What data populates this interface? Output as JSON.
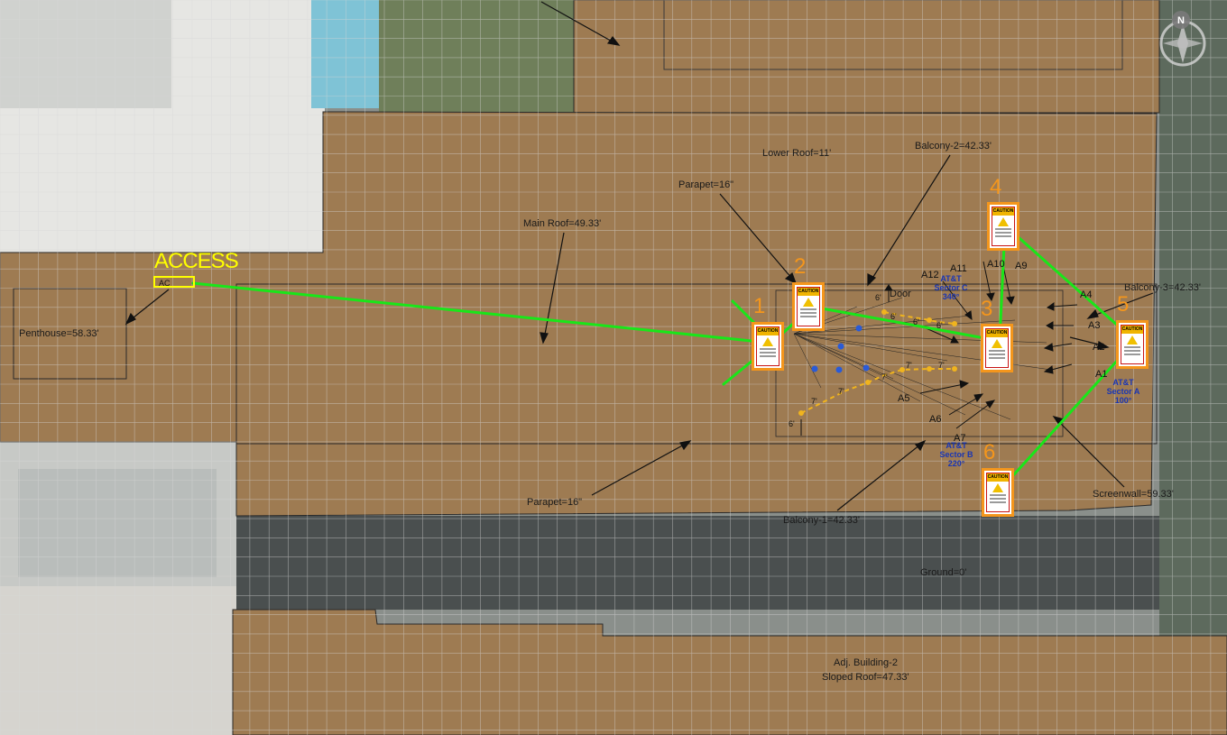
{
  "labels": {
    "lower_roof": "Lower Roof=11'",
    "balcony2": "Balcony-2=42.33'",
    "parapet_top": "Parapet=16\"",
    "main_roof": "Main Roof=49.33'",
    "penthouse": "Penthouse=58.33'",
    "door": "Door",
    "balcony3": "Balcony-3=42.33'",
    "parapet_bottom": "Parapet=16\"",
    "balcony1": "Balcony-1=42.33'",
    "screenwall": "Screenwall=59.33'",
    "ground": "Ground=0'",
    "adj_building": "Adj. Building-2",
    "sloped_roof": "Sloped Roof=47.33'"
  },
  "access": {
    "label": "ACCESS",
    "box_label": "AC"
  },
  "antennas": [
    "A1",
    "A2",
    "A3",
    "A4",
    "A5",
    "A6",
    "A7",
    "A9",
    "A10",
    "A11",
    "A12"
  ],
  "sectors": {
    "a": {
      "line1": "AT&T",
      "line2": "Sector A",
      "line3": "100°"
    },
    "b": {
      "line1": "AT&T",
      "line2": "Sector B",
      "line3": "220°"
    },
    "c": {
      "line1": "AT&T",
      "line2": "Sector C",
      "line3": "340°"
    }
  },
  "signs": [
    {
      "number": "1",
      "header": "CAUTION"
    },
    {
      "number": "2",
      "header": "CAUTION"
    },
    {
      "number": "3",
      "header": "CAUTION"
    },
    {
      "number": "4",
      "header": "CAUTION"
    },
    {
      "number": "5",
      "header": "CAUTION"
    },
    {
      "number": "6",
      "header": "CAUTION"
    }
  ],
  "barrier_segments": [
    "6'",
    "6'",
    "6'",
    "6'",
    "7'",
    "7'",
    "7'",
    "7'",
    "7'",
    "6'"
  ],
  "compass": "N",
  "colors": {
    "roof": "#9e7b52",
    "route": "#19e619",
    "sign_border": "#f4961c",
    "access": "#ffff00",
    "barrier": "#f0b41e",
    "marker": "#2a5bd7",
    "sector_text": "#1a36b4"
  }
}
